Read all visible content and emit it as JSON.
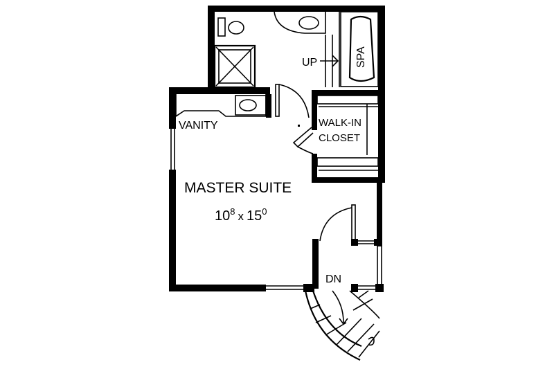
{
  "labels": {
    "up": "UP",
    "spa": "SPA",
    "walk_in_closet_line1": "WALK-IN",
    "walk_in_closet_line2": "CLOSET",
    "vanity": "VANITY",
    "master_suite": "MASTER SUITE",
    "dim_width_main": "10",
    "dim_width_sup": "8",
    "dim_x": "x",
    "dim_length_main": "15",
    "dim_length_sup": "0",
    "down": "DN"
  },
  "colors": {
    "ink": "#000000",
    "paper": "#ffffff"
  }
}
